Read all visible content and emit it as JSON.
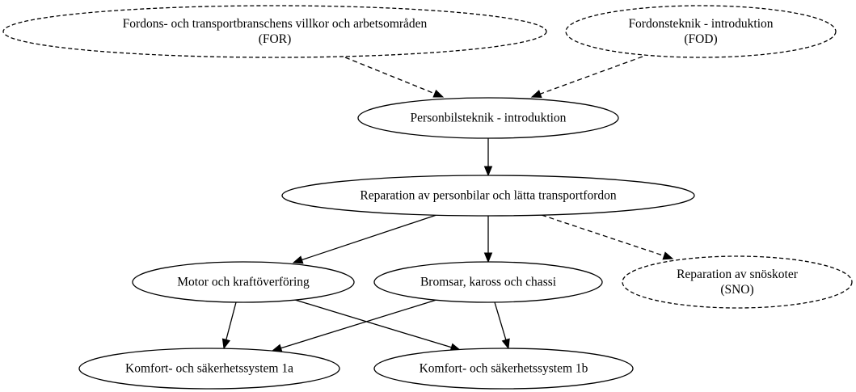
{
  "nodes": [
    {
      "id": "for",
      "lines": [
        "Fordons- och transportbranschens villkor och arbetsområden",
        "(FOR)"
      ],
      "style": "dashed"
    },
    {
      "id": "fod",
      "lines": [
        "Fordonsteknik - introduktion",
        "(FOD)"
      ],
      "style": "dashed"
    },
    {
      "id": "pbi",
      "lines": [
        "Personbilsteknik - introduktion"
      ],
      "style": "solid"
    },
    {
      "id": "rep",
      "lines": [
        "Reparation av personbilar och lätta transportfordon"
      ],
      "style": "solid"
    },
    {
      "id": "mot",
      "lines": [
        "Motor och kraftöverföring"
      ],
      "style": "solid"
    },
    {
      "id": "bro",
      "lines": [
        "Bromsar, kaross och chassi"
      ],
      "style": "solid"
    },
    {
      "id": "sno",
      "lines": [
        "Reparation av snöskoter",
        "(SNO)"
      ],
      "style": "dashed"
    },
    {
      "id": "k1a",
      "lines": [
        "Komfort- och säkerhetssystem 1a"
      ],
      "style": "solid"
    },
    {
      "id": "k1b",
      "lines": [
        "Komfort- och säkerhetssystem 1b"
      ],
      "style": "solid"
    }
  ],
  "edges": [
    {
      "from": "for",
      "to": "pbi",
      "style": "dashed"
    },
    {
      "from": "fod",
      "to": "pbi",
      "style": "dashed"
    },
    {
      "from": "pbi",
      "to": "rep",
      "style": "solid"
    },
    {
      "from": "rep",
      "to": "mot",
      "style": "solid"
    },
    {
      "from": "rep",
      "to": "bro",
      "style": "solid"
    },
    {
      "from": "rep",
      "to": "sno",
      "style": "dashed"
    },
    {
      "from": "mot",
      "to": "k1a",
      "style": "solid"
    },
    {
      "from": "mot",
      "to": "k1b",
      "style": "solid"
    },
    {
      "from": "bro",
      "to": "k1a",
      "style": "solid"
    },
    {
      "from": "bro",
      "to": "k1b",
      "style": "solid"
    }
  ]
}
